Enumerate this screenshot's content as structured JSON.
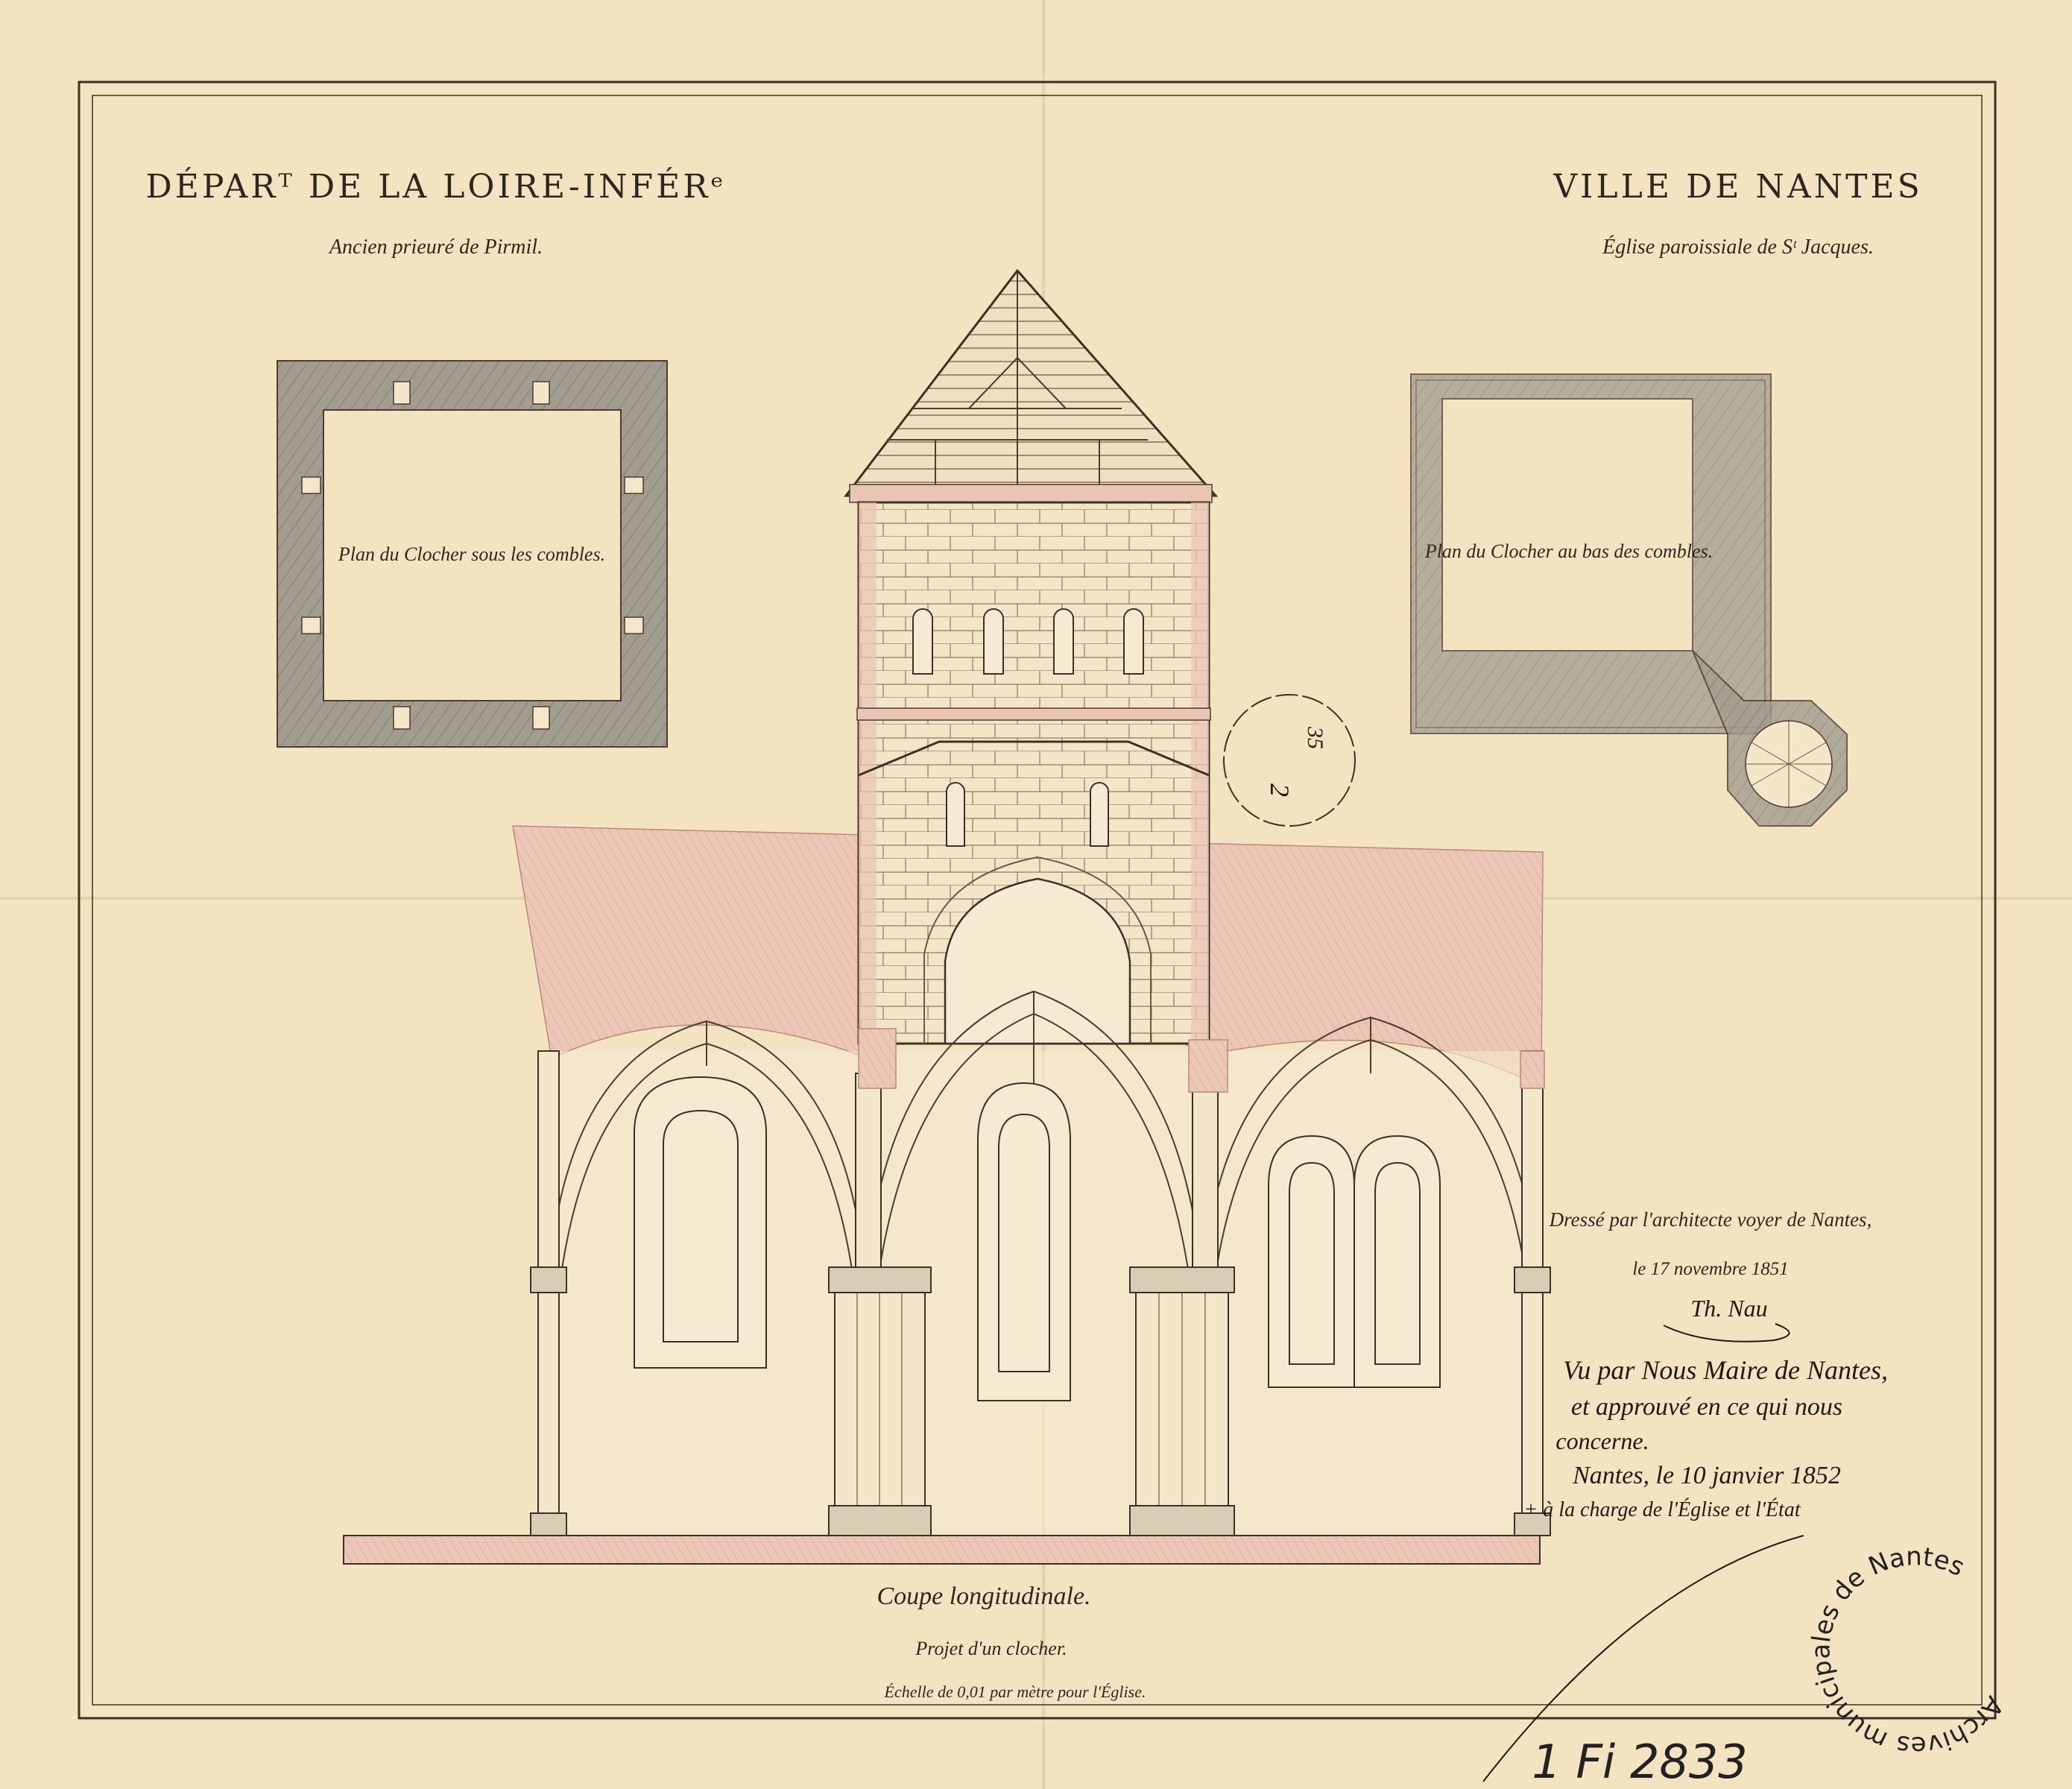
{
  "header": {
    "left_title": "DÉPARᵀ DE LA LOIRE-INFÉRᵉ",
    "left_subtitle": "Ancien prieuré de Pirmil.",
    "right_title": "VILLE DE NANTES",
    "right_subtitle": "Église paroissiale de Sᵗ Jacques."
  },
  "plans": {
    "left_label": "Plan du Clocher sous les combles.",
    "right_label": "Plan du Clocher au bas des combles."
  },
  "section": {
    "caption": "Coupe longitudinale.",
    "state": "Projet d'un clocher.",
    "scale": "Échelle de 0,01 par mètre pour l'Église."
  },
  "annotations": {
    "drawn_by": "Dressé par l'architecte voyer de Nantes,",
    "date": "le 17 novembre 1851",
    "signature": "Th. Nau",
    "approval_line1": "Vu par Nous Maire de Nantes,",
    "approval_line2": "et approuvé en ce qui nous",
    "approval_line3": "concerne.",
    "approval_line4": "Nantes, le 10 janvier 1852",
    "approval_line5": "+ à la charge de l'Église et l'État"
  },
  "seal": {
    "number_top": "35",
    "number_bottom": "2"
  },
  "archive_stamp": {
    "text": "Archives municipales de Nantes",
    "call_number": "1 Fi 2833"
  },
  "colors": {
    "paper": "#f3e3c0",
    "ink": "#4a3d2e",
    "wall_wash": "#9c978b",
    "roof_wash": "#e8bfb0",
    "stone": "#f2e6cc"
  }
}
